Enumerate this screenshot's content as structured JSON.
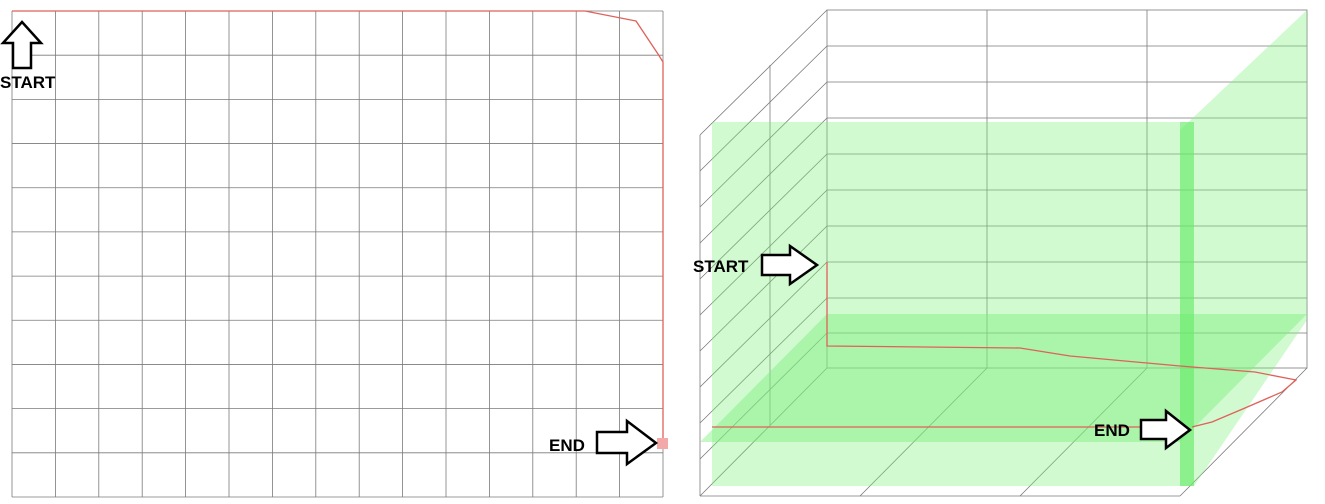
{
  "labels": {
    "left_start": "START",
    "left_end": "END",
    "right_start": "START",
    "right_end": "END"
  },
  "colors": {
    "grid_line": "#7a7a7a",
    "path_line": "#e0605a",
    "plane_fill": "#7cf07c",
    "end_marker": "#f4a9a9",
    "arrow_fill": "#ffffff",
    "arrow_stroke": "#000000"
  },
  "icons": {
    "start_arrow": "up-arrow-icon",
    "end_arrow": "right-arrow-icon"
  }
}
